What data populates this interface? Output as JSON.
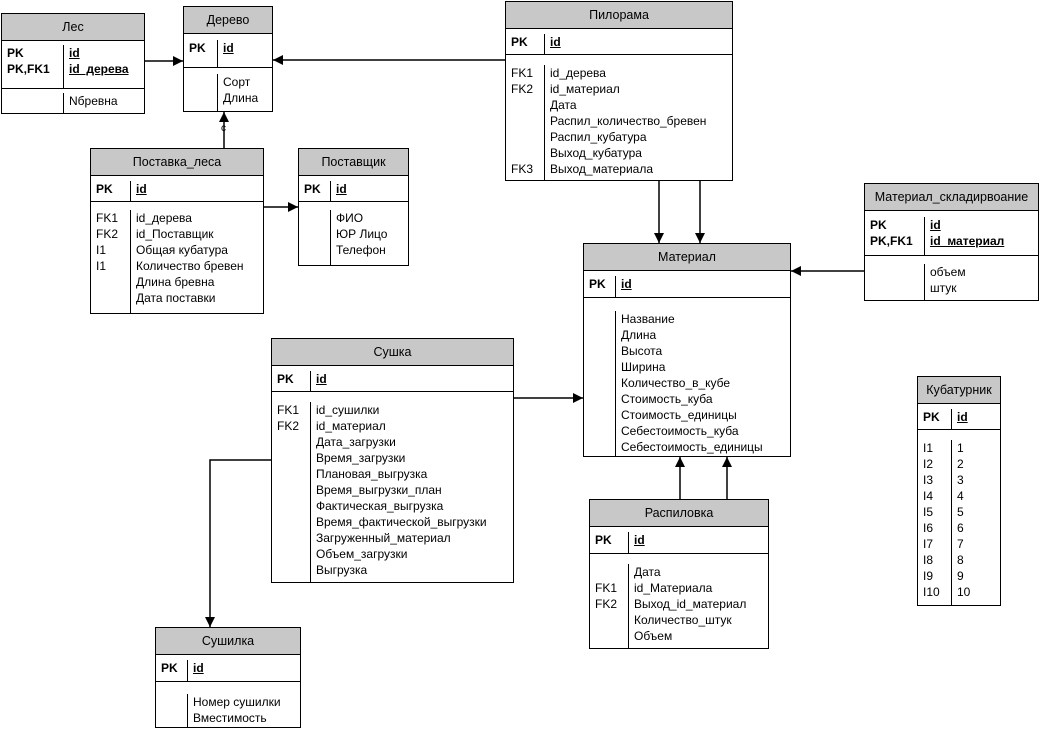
{
  "entities": [
    {
      "name": "Лес",
      "pk_keys": [
        "PK",
        "PK,FK1"
      ],
      "pk_cols": [
        "id",
        "id_дерева"
      ],
      "keys": [
        ""
      ],
      "cols": [
        "Nбревна"
      ]
    },
    {
      "name": "Дерево",
      "pk_keys": [
        "PK"
      ],
      "pk_cols": [
        "id"
      ],
      "keys": [
        "",
        ""
      ],
      "cols": [
        "Сорт",
        "Длина"
      ]
    },
    {
      "name": "Пилорама",
      "pk_keys": [
        "PK"
      ],
      "pk_cols": [
        "id"
      ],
      "keys": [
        "FK1",
        "FK2",
        "",
        "",
        "",
        "",
        "FK3"
      ],
      "cols": [
        "id_дерева",
        "id_материал",
        "Дата",
        "Распил_количество_бревен",
        "Распил_кубатура",
        "Выход_кубатура",
        "Выход_материала"
      ]
    },
    {
      "name": "Поставка_леса",
      "pk_keys": [
        "PK"
      ],
      "pk_cols": [
        "id"
      ],
      "keys": [
        "FK1",
        "FK2",
        "I1",
        "I1",
        "",
        ""
      ],
      "cols": [
        "id_дерева",
        "id_Поставщик",
        "Общая кубатура",
        "Количество бревен",
        "Длина бревна",
        "Дата поставки"
      ]
    },
    {
      "name": "Поставщик",
      "pk_keys": [
        "PK"
      ],
      "pk_cols": [
        "id"
      ],
      "keys": [
        "",
        "",
        ""
      ],
      "cols": [
        "ФИО",
        "ЮР Лицо",
        "Телефон"
      ]
    },
    {
      "name": "Материал_складирвоание",
      "pk_keys": [
        "PK",
        "PK,FK1"
      ],
      "pk_cols": [
        "id",
        "id_материал"
      ],
      "keys": [
        "",
        ""
      ],
      "cols": [
        "объем",
        "штук"
      ]
    },
    {
      "name": "Материал",
      "pk_keys": [
        "PK"
      ],
      "pk_cols": [
        "id"
      ],
      "keys": [
        "",
        "",
        "",
        "",
        "",
        "",
        "",
        "",
        ""
      ],
      "cols": [
        "Название",
        "Длина",
        "Высота",
        "Ширина",
        "Количество_в_кубе",
        "Стоимость_куба",
        "Стоимость_единицы",
        "Себестоимость_куба",
        "Себестоимость_единицы"
      ]
    },
    {
      "name": "Сушка",
      "pk_keys": [
        "PK"
      ],
      "pk_cols": [
        "id"
      ],
      "keys": [
        "FK1",
        "FK2",
        "",
        "",
        "",
        "",
        "",
        "",
        "",
        "",
        ""
      ],
      "cols": [
        "id_сушилки",
        "id_материал",
        "Дата_загрузки",
        "Время_загрузки",
        "Плановая_выгрузка",
        "Время_выгрузки_план",
        "Фактическая_выгрузка",
        "Время_фактической_выгрузки",
        "Загруженный_материал",
        "Объем_загрузки",
        "Выгрузка"
      ]
    },
    {
      "name": "Кубатурник",
      "pk_keys": [
        "PK"
      ],
      "pk_cols": [
        "id"
      ],
      "keys": [
        "I1",
        "I2",
        "I3",
        "I4",
        "I5",
        "I6",
        "I7",
        "I8",
        "I9",
        "I10"
      ],
      "cols": [
        "1",
        "2",
        "3",
        "4",
        "5",
        "6",
        "7",
        "8",
        "9",
        "10"
      ]
    },
    {
      "name": "Распиловка",
      "pk_keys": [
        "PK"
      ],
      "pk_cols": [
        "id"
      ],
      "keys": [
        "",
        "FK1",
        "FK2",
        "",
        ""
      ],
      "cols": [
        "Дата",
        "id_Материала",
        "Выход_id_материал",
        "Количество_штук",
        "Объем"
      ]
    },
    {
      "name": "Сушилка",
      "pk_keys": [
        "PK"
      ],
      "pk_cols": [
        "id"
      ],
      "keys": [
        "",
        ""
      ],
      "cols": [
        "Номер сушилки",
        "Вместимость"
      ]
    }
  ],
  "cardinality_label": "c",
  "colors": {
    "header_fill": "#c8c8c8",
    "line": "#000000",
    "background": "#ffffff"
  }
}
